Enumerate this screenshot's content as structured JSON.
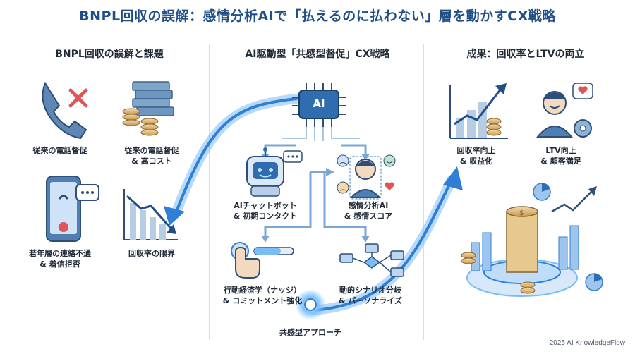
{
  "title": "BNPL回収の誤解：感情分析AIで「払えるのに払わない」層を動かすCX戦略",
  "sections": {
    "left": {
      "heading": "BNPL回収の誤解と課題",
      "items": [
        {
          "lines": [
            "従来の電話督促"
          ]
        },
        {
          "lines": [
            "従来の電話督促",
            "& 高コスト"
          ]
        },
        {
          "lines": [
            "若年層の連絡不通",
            "& 着信拒否"
          ]
        },
        {
          "lines": [
            "回収率の限界"
          ]
        }
      ]
    },
    "center": {
      "heading": "AI駆動型「共感型督促」CX戦略",
      "chip_label": "AI",
      "items": [
        {
          "lines": [
            "AIチャットボット",
            "& 初期コンタクト"
          ]
        },
        {
          "lines": [
            "感情分析AI",
            "& 感情スコア"
          ]
        },
        {
          "lines": [
            "行動経済学（ナッジ）",
            "& コミットメント強化"
          ]
        },
        {
          "lines": [
            "動的シナリオ分岐",
            "& パーソナライズ"
          ]
        }
      ],
      "approach_label": "共感型アプローチ"
    },
    "right": {
      "heading": "成果：回収率とLTVの両立",
      "items": [
        {
          "lines": [
            "回収率向上",
            "& 収益化"
          ]
        },
        {
          "lines": [
            "LTV向上",
            "& 顧客満足"
          ]
        }
      ]
    }
  },
  "footer": "2025 AI KnowledgeFlow",
  "colors": {
    "title": "#1f4f86",
    "accent": "#2f7fd6",
    "alert": "#e05555"
  }
}
